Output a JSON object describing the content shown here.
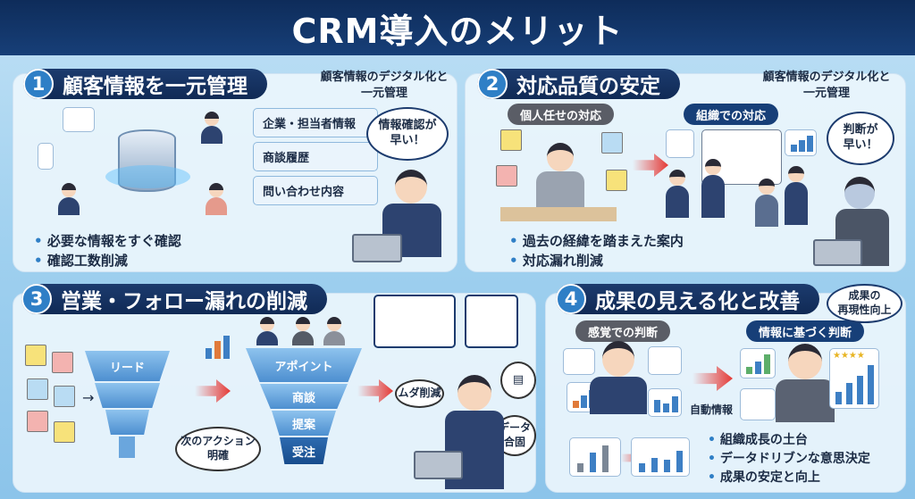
{
  "title": "CRM導入のメリット",
  "sections": [
    {
      "num": "1",
      "title": "顧客情報を一元管理",
      "note": [
        "顧客情報のデジタル化と",
        "一元管理"
      ],
      "tags": [
        "企業・担当者情報",
        "商談履歴",
        "問い合わせ内容"
      ],
      "bubble": [
        "情報確認が",
        "早い！"
      ],
      "bullets": [
        "必要な情報をすぐ確認",
        "確認工数削減"
      ]
    },
    {
      "num": "2",
      "title": "対応品質の安定",
      "note": [
        "顧客情報のデジタル化と",
        "一元管理"
      ],
      "before_label": "個人任せの対応",
      "after_label": "組織での対応",
      "bubble": [
        "判断が",
        "早い！"
      ],
      "bullets": [
        "過去の経緯を踏まえた案内",
        "対応漏れ削減"
      ]
    },
    {
      "num": "3",
      "title": "営業・フォロー漏れの削減",
      "funnel1": [
        "リード"
      ],
      "funnel2": [
        "アポイント",
        "商談",
        "提案",
        "受注"
      ],
      "bubble_next": [
        "次のアクション",
        "明確"
      ],
      "bubble_waste": "ムダ削減",
      "bubble_data": [
        "データ",
        "合固"
      ]
    },
    {
      "num": "4",
      "title": "成果の見える化と改善",
      "before_label": "感覚での判断",
      "after_label": "情報に基づく判断",
      "bubble": [
        "成果の",
        "再現性向上"
      ],
      "auto_label": "自動情報",
      "bullets": [
        "組織成長の土台",
        "データドリブンな意思決定",
        "成果の安定と向上"
      ]
    }
  ],
  "colors": {
    "navy": "#102a55",
    "accent": "#2f7fc6",
    "arrow": "#e53935"
  }
}
